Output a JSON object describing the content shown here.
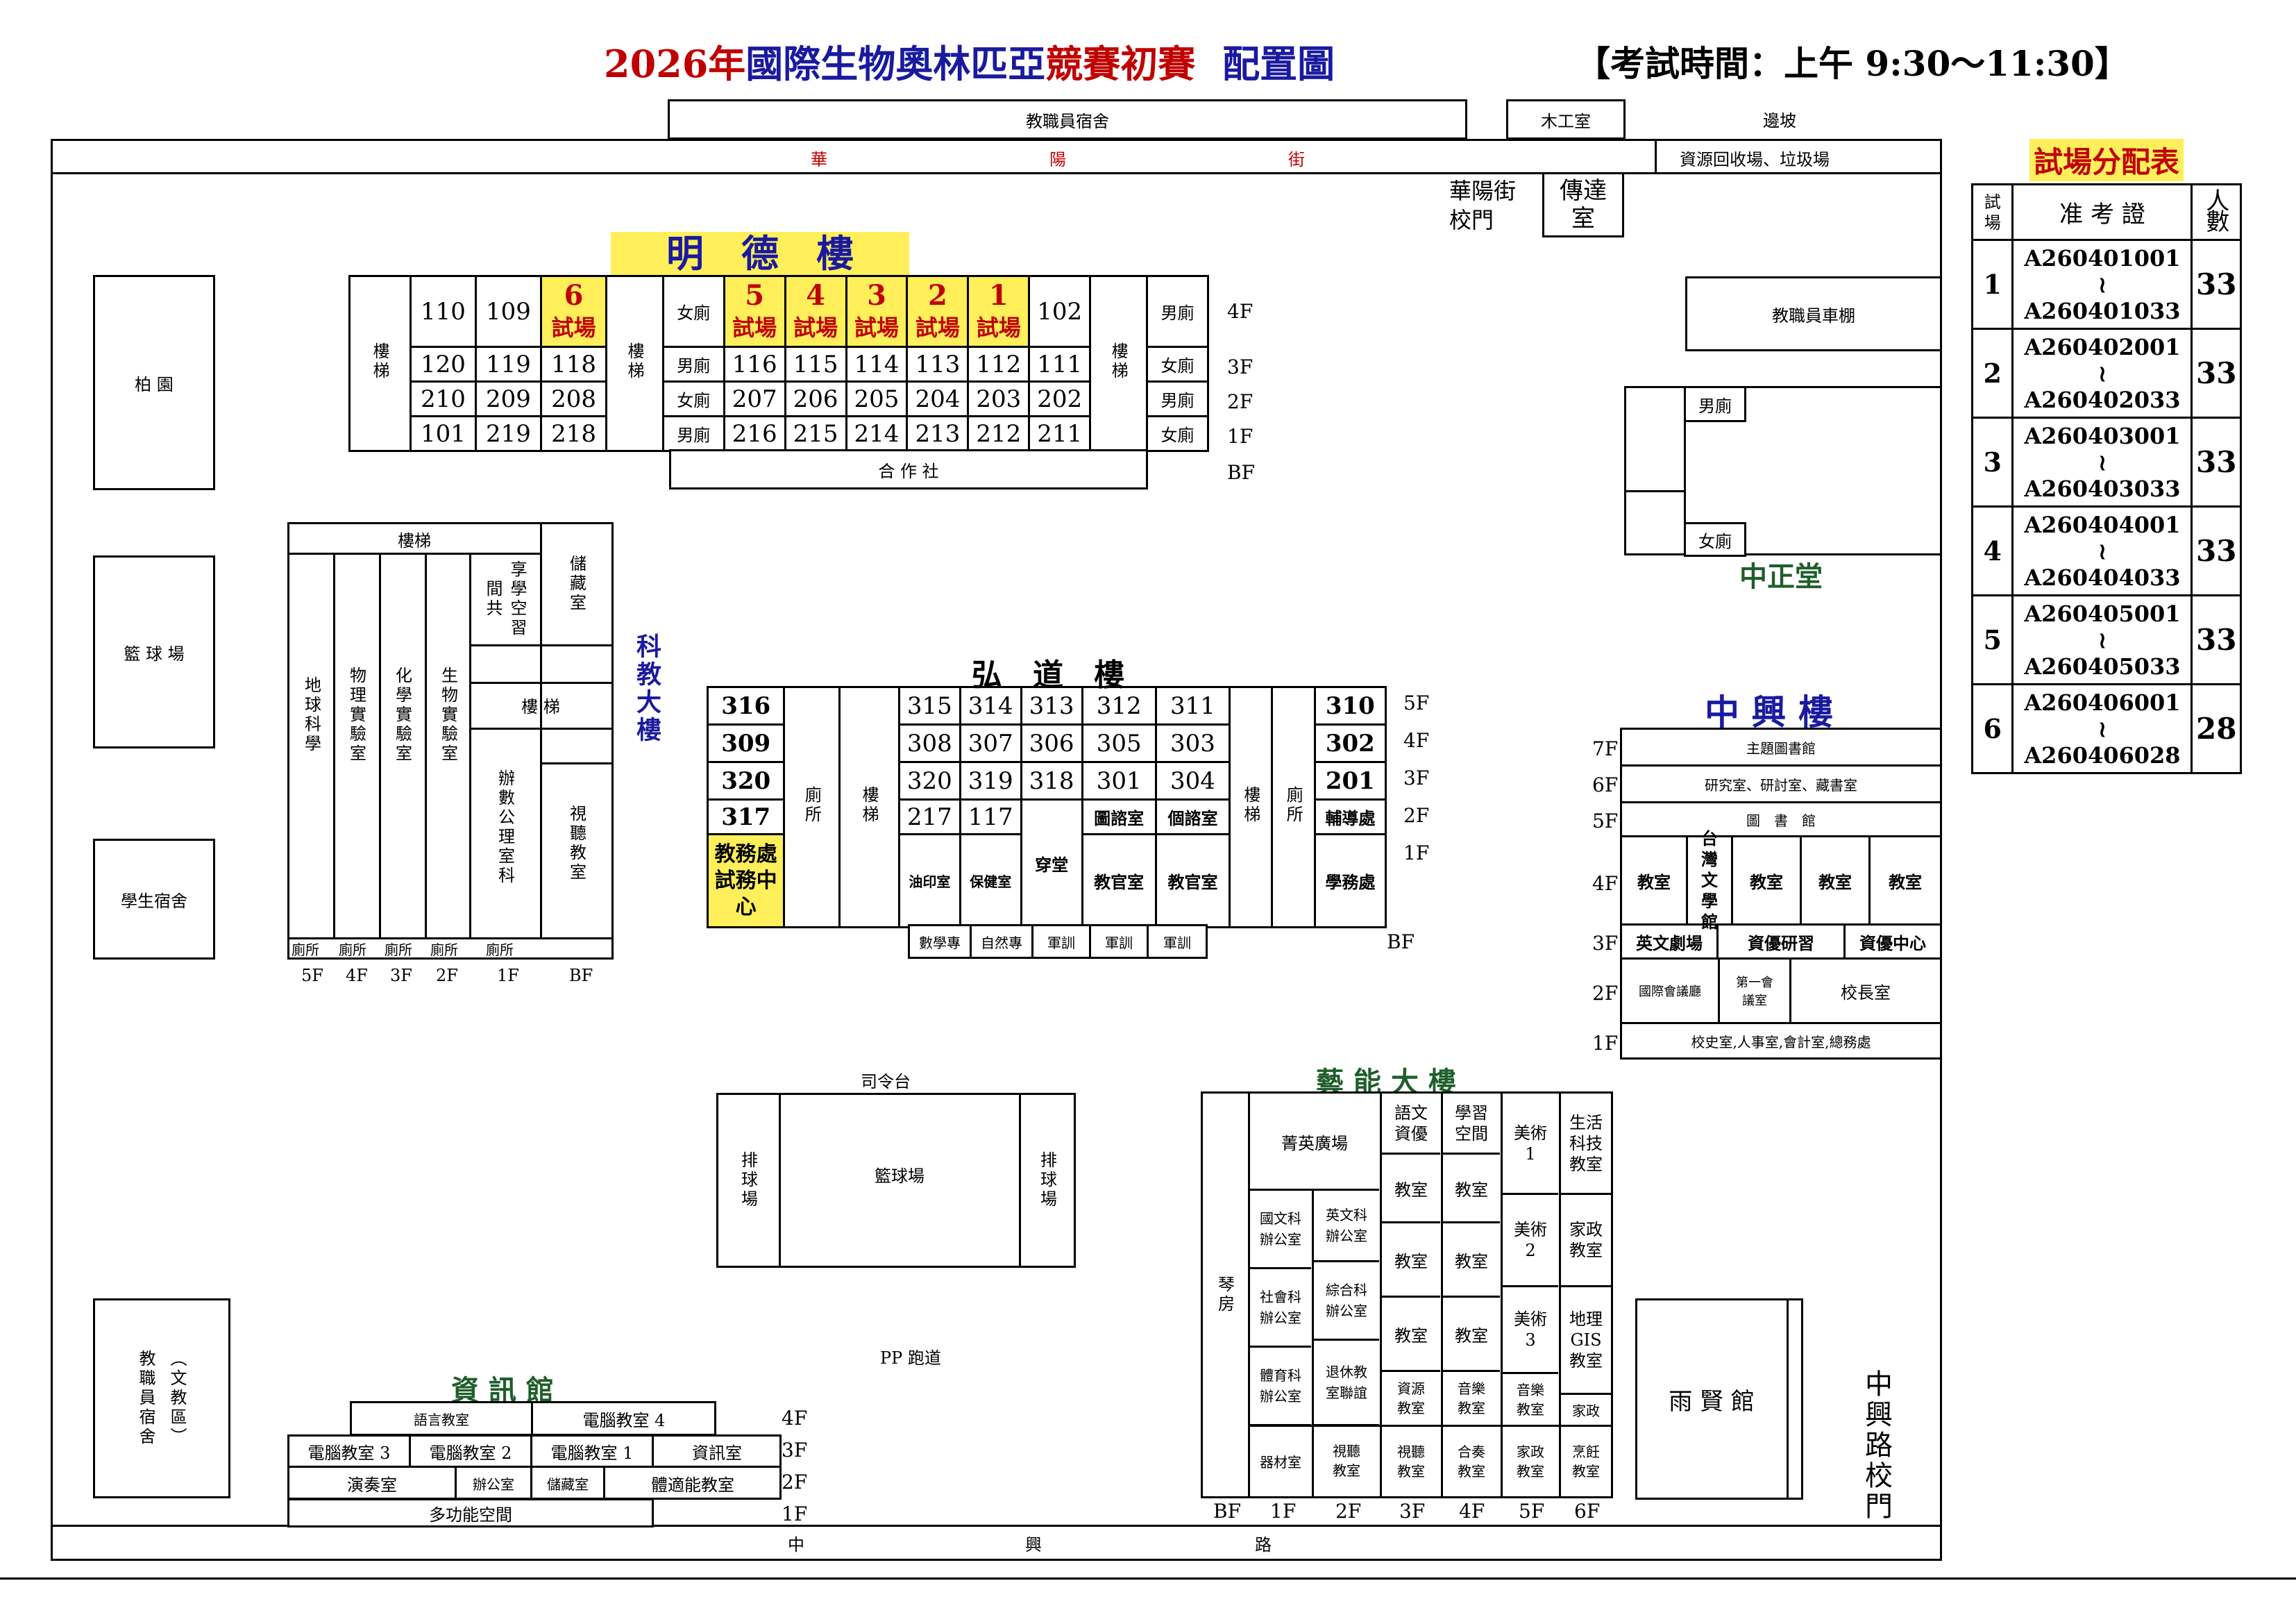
{
  "title": {
    "year": "2026",
    "nian": "年",
    "part1": "國際生物奧林匹亞",
    "part2": "競賽初賽",
    "part3": "配置圖",
    "time": "【考試時間：上午 9:30～11:30】"
  },
  "street": {
    "top": [
      "華",
      "陽",
      "街"
    ],
    "bottom": [
      "中",
      "興",
      "路"
    ],
    "slope": "邊坡",
    "recycle": "資源回收場、垃圾場",
    "gate_huayang": "華陽街校門",
    "gate_zhongxing": "中興路校門",
    "guard": "傳達室",
    "staff_dorm_top": "教職員宿舍",
    "woodshop": "木工室",
    "bike_shed": "教職員車棚"
  },
  "left_side": {
    "garden": "柏 園",
    "basketball": "籃 球 場",
    "student_dorm": "學生宿舍",
    "staff_dorm": "教職員宿舍",
    "staff_dorm_note": "（文教區）"
  },
  "mingde": {
    "name": "明　德　樓",
    "floors": [
      "4F",
      "3F",
      "2F",
      "1F",
      "BF"
    ],
    "stairs": "樓梯",
    "row4f": [
      "110",
      "109",
      "102"
    ],
    "exam6": {
      "num": "6",
      "label": "試場"
    },
    "exams": [
      {
        "num": "5",
        "label": "試場"
      },
      {
        "num": "4",
        "label": "試場"
      },
      {
        "num": "3",
        "label": "試場"
      },
      {
        "num": "2",
        "label": "試場"
      },
      {
        "num": "1",
        "label": "試場"
      }
    ],
    "row3f_left": [
      "120",
      "119",
      "118"
    ],
    "row2f_left": [
      "210",
      "209",
      "208"
    ],
    "row1f_left": [
      "101",
      "219",
      "218"
    ],
    "row3f_mid": [
      "116",
      "115",
      "114",
      "113",
      "112",
      "111"
    ],
    "row2f_mid": [
      "207",
      "206",
      "205",
      "204",
      "203",
      "202"
    ],
    "row1f_mid": [
      "216",
      "215",
      "214",
      "213",
      "212",
      "211"
    ],
    "wc_left": [
      "女廁",
      "男廁",
      "女廁",
      "男廁"
    ],
    "wc_right": [
      "男廁",
      "女廁",
      "男廁",
      "女廁"
    ],
    "coop": "合 作 社"
  },
  "kejiao": {
    "name": "科教大樓",
    "stairs": "樓梯",
    "storage": "儲藏室",
    "study": "享學空習間共",
    "stairs2": "樓 梯",
    "office": "辦數公理室科",
    "av": "視聽教室",
    "labs": [
      "地球科學",
      "物理實驗室",
      "化學實驗室",
      "生物實驗室"
    ],
    "wc": [
      "廁所",
      "廁所",
      "廁所",
      "廁所",
      "廁所"
    ],
    "floors": [
      "5F",
      "4F",
      "3F",
      "2F",
      "1F",
      "BF"
    ]
  },
  "hongdao": {
    "name": "弘　道　樓",
    "floors": [
      "5F",
      "4F",
      "3F",
      "2F",
      "1F",
      "BF"
    ],
    "left": [
      "316",
      "309",
      "320",
      "317"
    ],
    "wc": "廁所",
    "stairs": "樓梯",
    "r5": [
      "315",
      "314",
      "313",
      "312",
      "311"
    ],
    "r4": [
      "308",
      "307",
      "306",
      "305",
      "303"
    ],
    "r3": [
      "320",
      "319",
      "318",
      "301",
      "304"
    ],
    "r2": [
      "217",
      "117",
      "圖諮室",
      "個諮室"
    ],
    "right": [
      "310",
      "302",
      "201",
      "輔導處"
    ],
    "exam_center": "教務處試務中心",
    "f1": [
      "油印室",
      "保健室",
      "穿堂",
      "教官室",
      "教官室",
      "學務處"
    ],
    "bf": [
      "數學專",
      "自然專",
      "軍訓",
      "軍訓",
      "軍訓"
    ]
  },
  "zhongzheng": {
    "name": "中正堂",
    "m": "男廁",
    "f": "女廁"
  },
  "zhongxing": {
    "name": "中 興 樓",
    "floors": [
      "7F",
      "6F",
      "5F",
      "4F",
      "3F",
      "2F",
      "1F"
    ],
    "f7": "主題圖書館",
    "f6": "研究室、研討室、藏書室",
    "f5": "圖　書　館",
    "f4": [
      "教室",
      "台灣文學館",
      "教室",
      "教室",
      "教室"
    ],
    "f3": [
      "英文劇場",
      "資優研習",
      "資優中心"
    ],
    "f2": [
      "國際會議廳",
      "第一會議室",
      "校長室"
    ],
    "f1": "校史室,人事室,會計室,總務處"
  },
  "allocation": {
    "title": "試場分配表",
    "headers": [
      "試場",
      "准 考 證",
      "人數"
    ],
    "rows": [
      {
        "room": "1",
        "from": "A260401001",
        "to": "A260401033",
        "count": "33"
      },
      {
        "room": "2",
        "from": "A260402001",
        "to": "A260402033",
        "count": "33"
      },
      {
        "room": "3",
        "from": "A260403001",
        "to": "A260403033",
        "count": "33"
      },
      {
        "room": "4",
        "from": "A260404001",
        "to": "A260404033",
        "count": "33"
      },
      {
        "room": "5",
        "from": "A260405001",
        "to": "A260405033",
        "count": "33"
      },
      {
        "room": "6",
        "from": "A260406001",
        "to": "A260406028",
        "count": "28"
      }
    ],
    "tilde": "≀"
  },
  "court": {
    "stage": "司令台",
    "volley_l": "排球場",
    "basket": "籃球場",
    "volley_r": "排球場",
    "track": "PP 跑道"
  },
  "ziyun": {
    "name": "資 訊 館",
    "floors": [
      "4F",
      "3F",
      "2F",
      "1F"
    ],
    "f4": [
      "語言教室",
      "電腦教室 4"
    ],
    "f3": [
      "電腦教室 3",
      "電腦教室 2",
      "電腦教室 1",
      "資訊室"
    ],
    "f2": [
      "演奏室",
      "辦公室",
      "儲藏室",
      "體適能教室"
    ],
    "f1": "多功能空間"
  },
  "yineng": {
    "name": "藝 能 大 樓",
    "piano": "琴房",
    "square": "菁英廣場",
    "offices": [
      "國文科辦公室",
      "英文科辦公室",
      "社會科辦公室",
      "綜合科辦公室",
      "體育科辦公室",
      "退休教室聯誼"
    ],
    "lang": "語文資優",
    "study": "學習空間",
    "classroom": "教室",
    "art1": "美術1",
    "art2": "美術2",
    "art3": "美術3",
    "life": "生活科技教室",
    "home": "家政教室",
    "geo": "地理GIS教室",
    "home2": "家政",
    "row_low": [
      "器材室",
      "視聽教室",
      "視聽教室",
      "合奏教室",
      "家政教室",
      "烹飪教室"
    ],
    "row_mid": [
      "資源教室",
      "音樂教室",
      "音樂教室"
    ],
    "floors": [
      "BF",
      "1F",
      "2F",
      "3F",
      "4F",
      "5F",
      "6F"
    ]
  },
  "yuxian": "雨 賢 館"
}
